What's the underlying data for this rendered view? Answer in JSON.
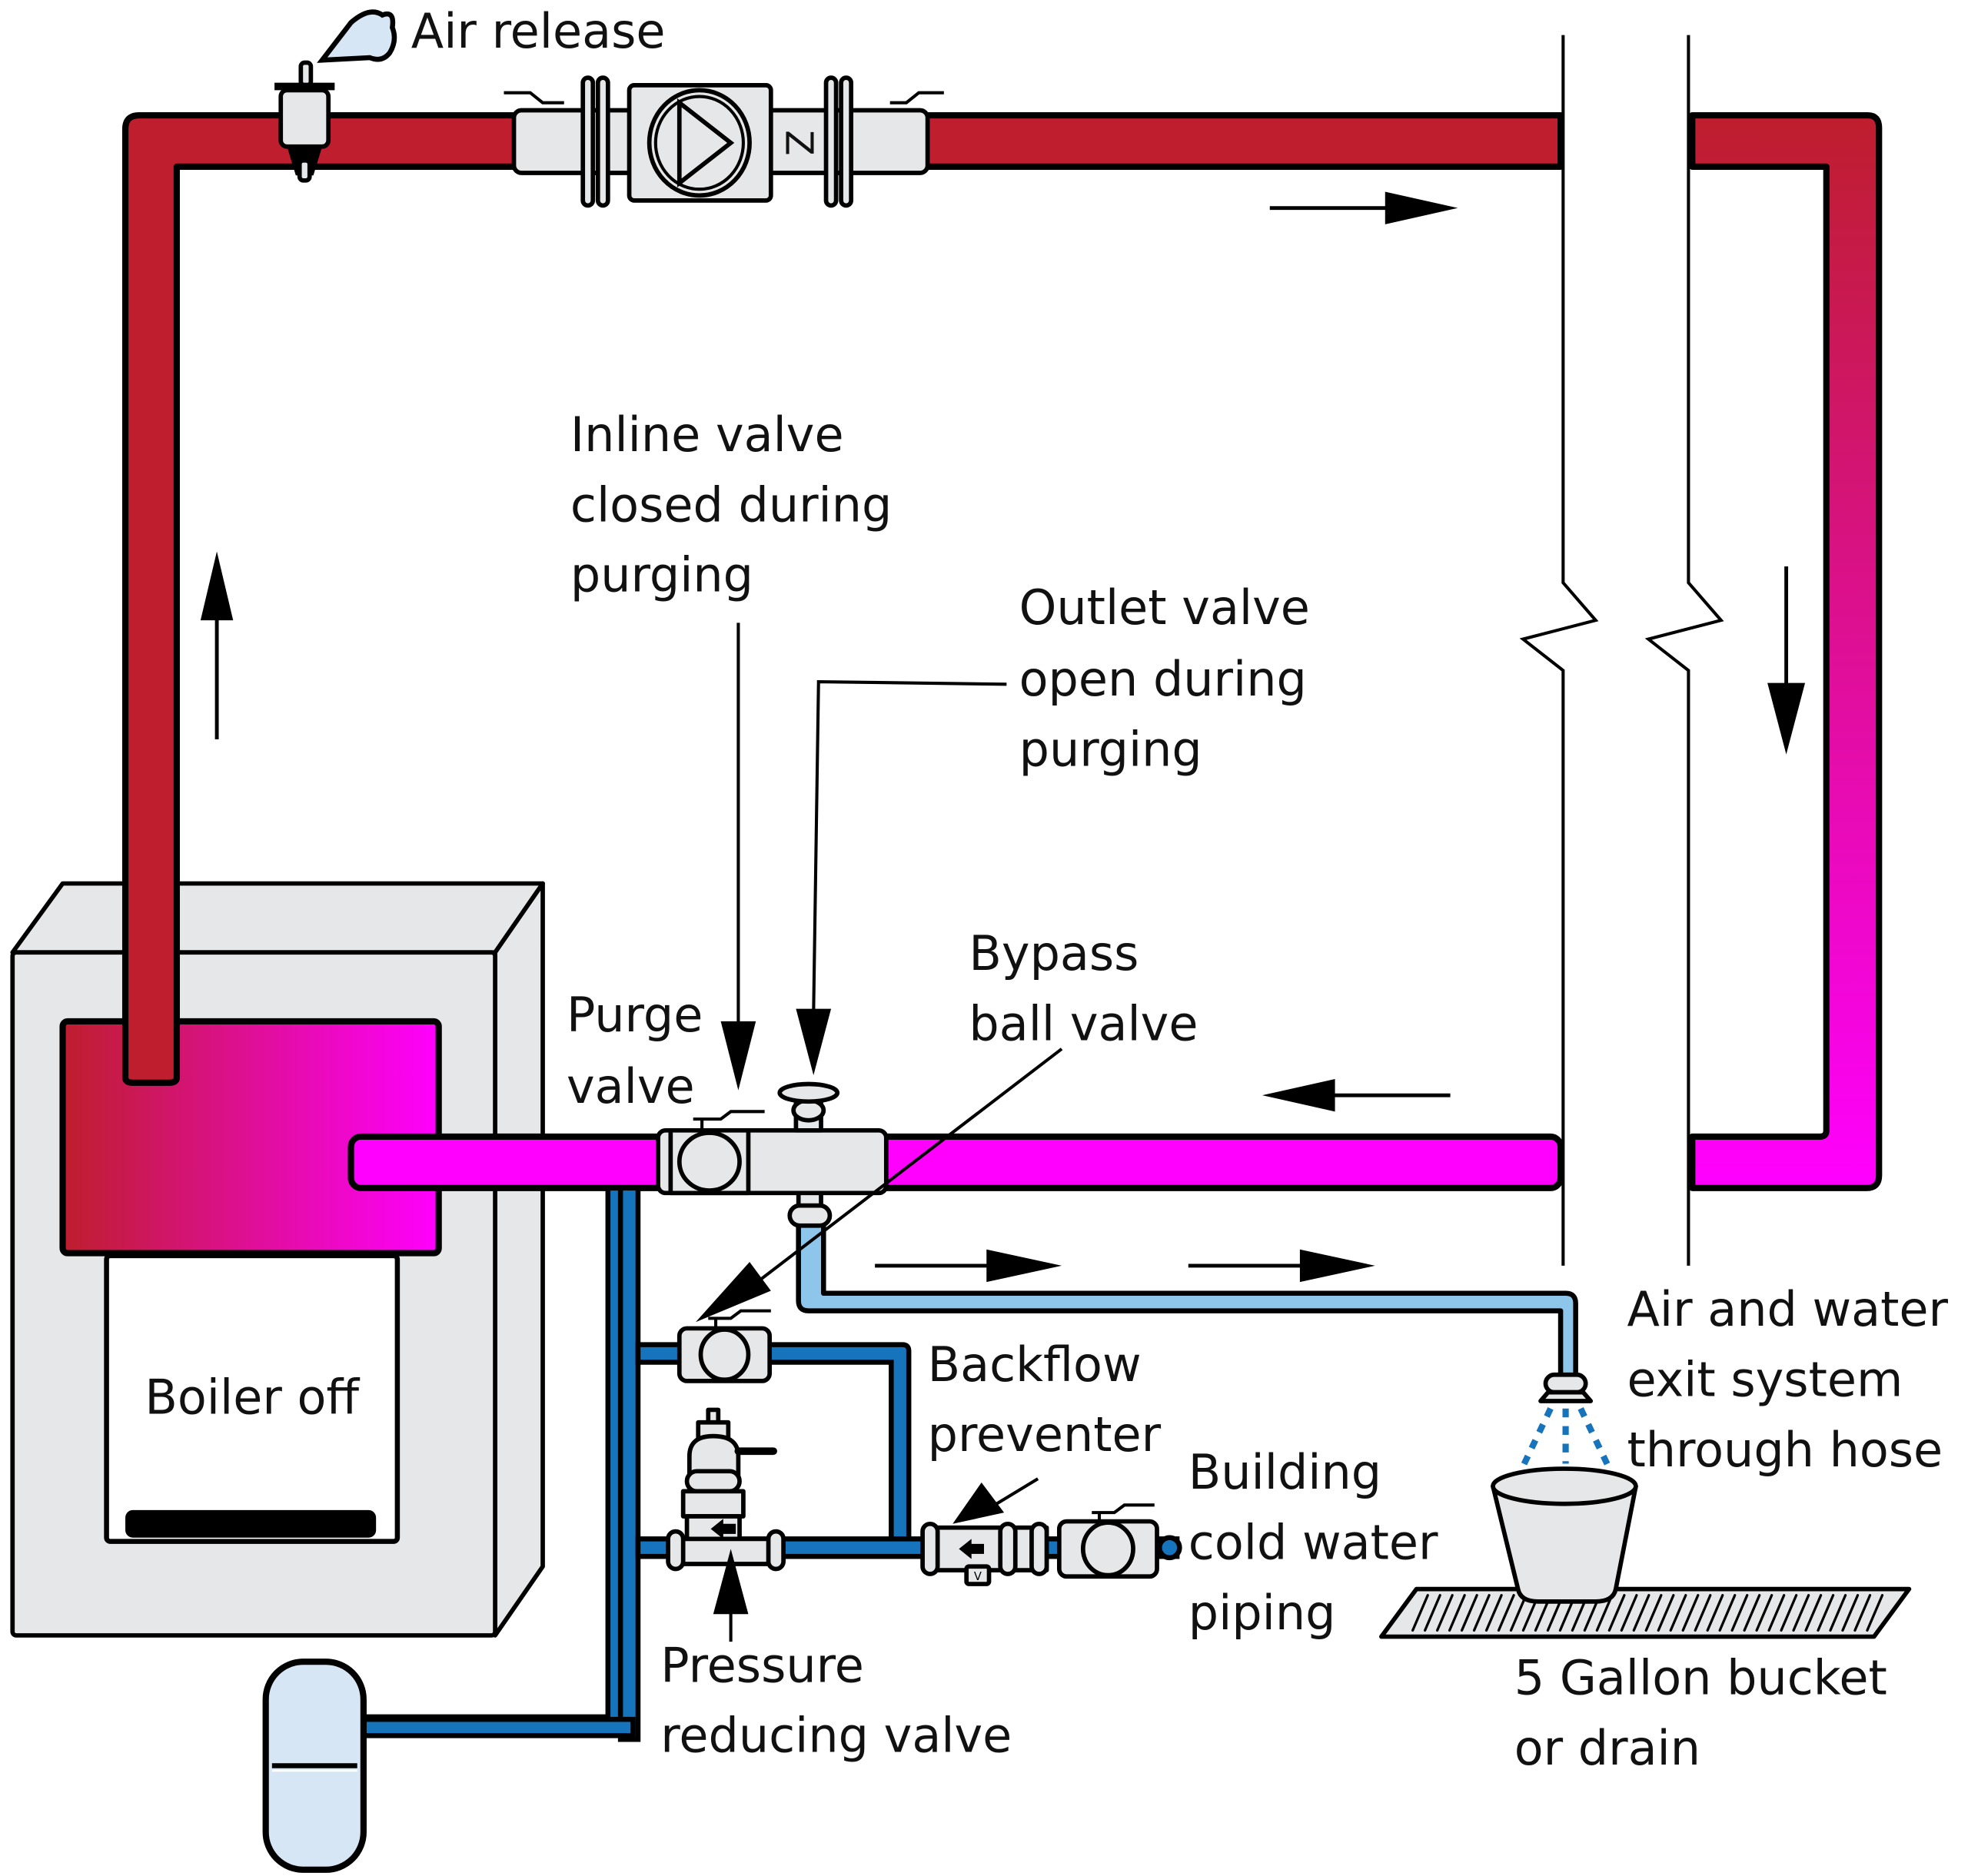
{
  "diagram": {
    "title": "Hydronic system purging setup",
    "labels": {
      "air_release": "Air release",
      "inline_valve": [
        "Inline valve",
        "closed during",
        "purging"
      ],
      "outlet_valve": [
        "Outlet valve",
        "open during",
        "purging"
      ],
      "purge_valve": [
        "Purge",
        "valve"
      ],
      "bypass_ball_valve": [
        "Bypass",
        "ball valve"
      ],
      "backflow_preventer": [
        "Backflow",
        "preventer"
      ],
      "building_cold_water": [
        "Building",
        "cold water",
        "piping"
      ],
      "pressure_reducing_valve": [
        "Pressure",
        "reducing valve"
      ],
      "air_water_exit": [
        "Air and water",
        "exit system",
        "through hose"
      ],
      "bucket_or_drain": [
        "5 Gallon bucket",
        "or drain"
      ],
      "boiler": "Boiler off"
    },
    "components": [
      "boiler",
      "expansion-tank",
      "air-release-valve",
      "circulator-pump-with-isolation-flanges",
      "supply-pipe",
      "return-pipe",
      "purge-valve-assembly",
      "bypass-ball-valve",
      "pressure-reducing-valve",
      "backflow-preventer",
      "cold-water-shutoff-valve",
      "drain-hose",
      "bucket",
      "floor-drain"
    ],
    "flow_directions": {
      "supply_riser": "up",
      "supply_main": "right",
      "return_riser": "down",
      "return_main": "left",
      "drain_hose": "right"
    },
    "colors": {
      "supply_hot": "#be1e2d",
      "return_cool": "#ff00ff",
      "cold_water": "#1574bb",
      "hose_water": "#8ec5ea",
      "component_grey": "#e6e7e8",
      "expansion_tank": "#d6e6f5"
    }
  }
}
